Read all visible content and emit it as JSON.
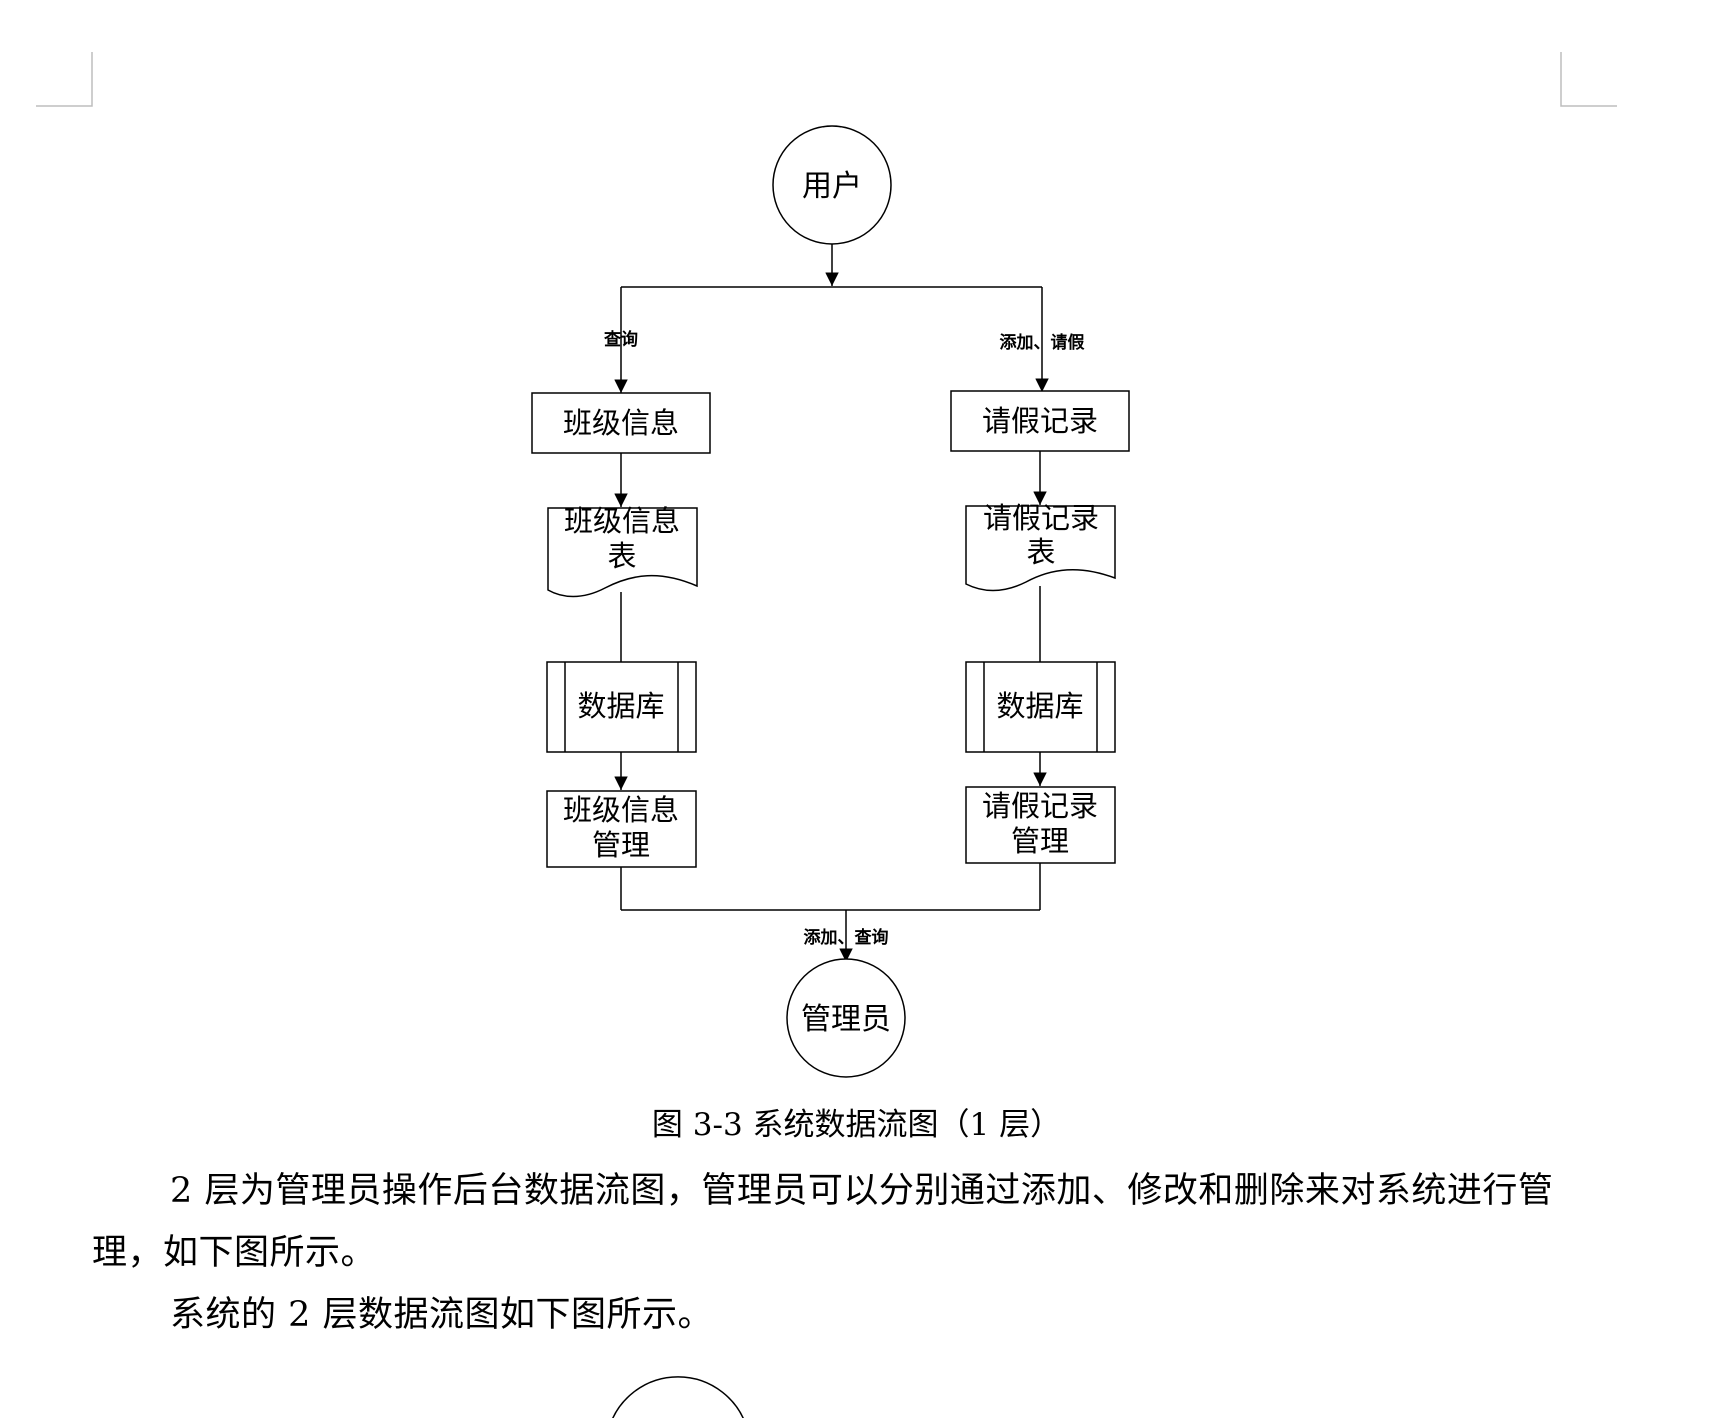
{
  "diagram": {
    "nodes": {
      "user": "用户",
      "class_info": "班级信息",
      "class_info_table": [
        "班级信息",
        "表"
      ],
      "db_left": "数据库",
      "class_info_manage": [
        "班级信息",
        "管理"
      ],
      "leave_record": "请假记录",
      "leave_record_table": [
        "请假记录",
        "表"
      ],
      "db_right": "数据库",
      "leave_record_manage": [
        "请假记录",
        "管理"
      ],
      "admin": "管理员"
    },
    "edges": {
      "query": "查询",
      "add_leave": "添加、请假",
      "add_query": "添加、查询"
    }
  },
  "caption": "图 3-3 系统数据流图（1 层）",
  "paragraphs": [
    "2 层为管理员操作后台数据流图，管理员可以分别通过添加、修改和删除来对系统进行管理，如下图所示。",
    "系统的 2 层数据流图如下图所示。"
  ],
  "colors": {
    "ink": "#000000",
    "margin_mark": "#bdbdbd",
    "paper": "#ffffff"
  }
}
